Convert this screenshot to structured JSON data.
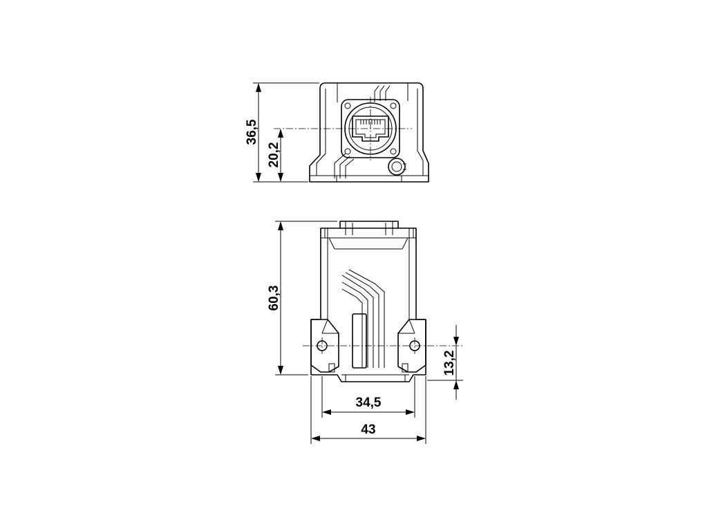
{
  "dimensions": {
    "front_height": "36,5",
    "front_axis_height": "20,2",
    "side_height": "60,3",
    "side_hole_height": "13,2",
    "inner_width": "34,5",
    "outer_width": "43"
  }
}
